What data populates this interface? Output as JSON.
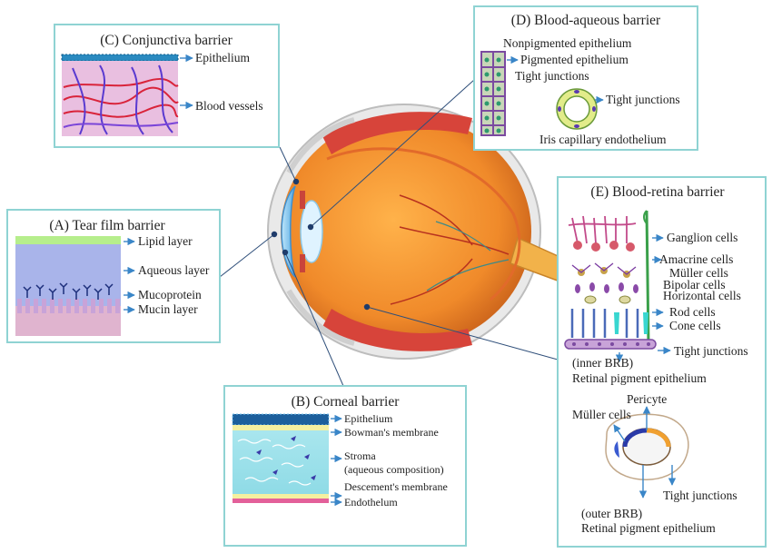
{
  "panels": {
    "conjunctiva": {
      "title": "(C) Conjunctiva barrier",
      "labels": [
        "Epithelium",
        "Blood vessels"
      ]
    },
    "tear_film": {
      "title": "(A) Tear film barrier",
      "labels": [
        "Lipid layer",
        "Aqueous layer",
        "Mucoprotein",
        "Mucin layer"
      ]
    },
    "corneal": {
      "title": "(B) Corneal barrier",
      "labels": [
        "Epithelium",
        "Bowman's membrane",
        "Stroma",
        "(aqueous composition)",
        "Descement's membrane",
        "Endothelum"
      ]
    },
    "blood_aqueous": {
      "title": "(D) Blood-aqueous barrier",
      "labels": [
        "Nonpigmented epithelium",
        "Pigmented epithelium",
        "Tight junctions",
        "Tight junctions",
        "Iris capillary endothelium"
      ]
    },
    "blood_retina": {
      "title": "(E) Blood-retina barrier",
      "labels": [
        "Ganglion cells",
        "Amacrine cells",
        "Müller cells",
        "Bipolar cells",
        "Horizontal cells",
        "Rod cells",
        "Cone cells",
        "Tight junctions",
        "(inner BRB)",
        "Retinal pigment epithelium",
        "Pericyte",
        "Müller cells",
        "Tight junctions",
        "(outer BRB)",
        "Retinal pigment epithelium"
      ]
    }
  },
  "colors": {
    "panel_border": "#8fd3d3",
    "arrow": "#3a86c8",
    "sclera": "#f4a742",
    "muscle": "#d7443a",
    "cornea": "#79c4ee"
  }
}
